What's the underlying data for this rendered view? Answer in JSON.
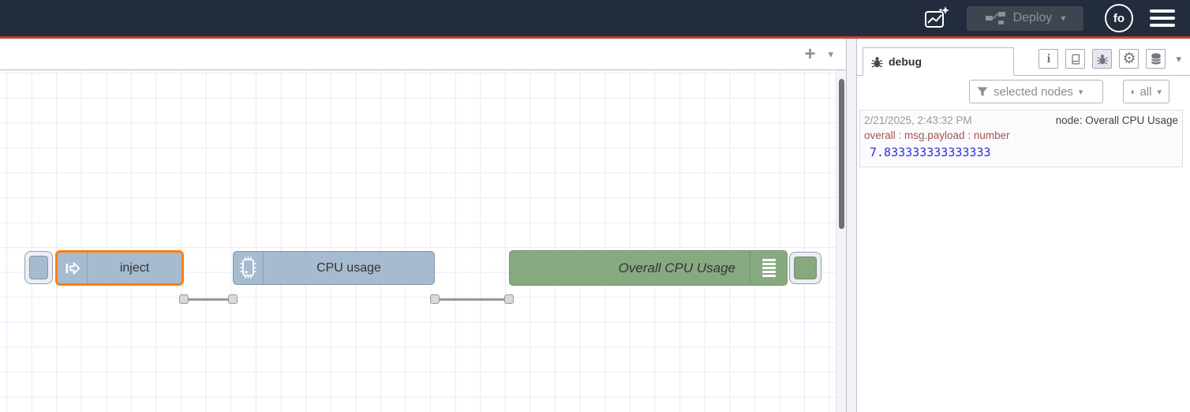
{
  "colors": {
    "header-bg": "#222c3d",
    "accent-red": "#c0443c",
    "node-blue": "#a6bbcf",
    "node-green": "#87a980",
    "select-orange": "#ff7f0e",
    "wire-gray": "#999999",
    "grid-line": "#e9e9f6",
    "prop-red": "#a65454",
    "value-blue": "#2c2cd8"
  },
  "glyphs": {
    "caret_down": "▾",
    "plus": "+",
    "info": "i",
    "gear": "⚙"
  },
  "header": {
    "deploy_label": "Deploy",
    "avatar_label": "fo",
    "icons": [
      "assistant-flow-sparkle-icon",
      "deploy-nodes-icon",
      "user-avatar",
      "hamburger-menu-icon"
    ]
  },
  "flow": {
    "nodes": [
      {
        "label": "inject",
        "type": "inject",
        "color": "#a6bbcf",
        "selected": true,
        "icon": "inject-arrow-icon"
      },
      {
        "label": "CPU usage",
        "type": "cpu",
        "color": "#a6bbcf",
        "selected": false,
        "icon": "cpu-chip-icon"
      },
      {
        "label": "Overall CPU Usage",
        "type": "debug",
        "color": "#87a980",
        "selected": false,
        "icon": "debug-list-icon"
      }
    ]
  },
  "sidebar": {
    "tab_label": "debug",
    "toolbar_icons": [
      "info-icon",
      "book-icon",
      "bug-icon",
      "gear-icon",
      "context-data-icon"
    ],
    "filter_button_label": "selected nodes",
    "clear_button_label": "all",
    "messages": [
      {
        "timestamp": "2/21/2025, 2:43:32 PM",
        "source": "node: Overall CPU Usage",
        "property": "overall : msg.payload : number",
        "value": "7.833333333333333"
      }
    ]
  }
}
